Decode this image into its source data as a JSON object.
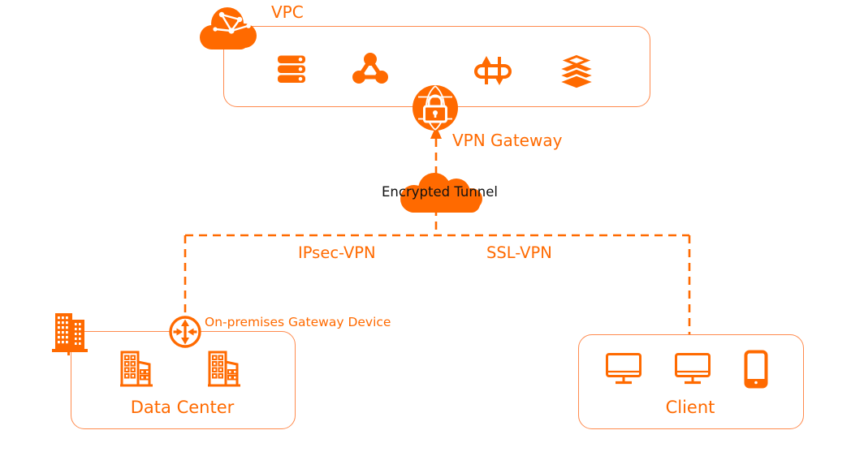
{
  "colors": {
    "accent_orange": "#FF6A00",
    "box_border_orange": "#FF8A4D",
    "tunnel_label_color": "#111111",
    "background": "#FFFFFF"
  },
  "vpc": {
    "label": "VPC",
    "icons": [
      "cloud-network-icon",
      "server-stack-icon",
      "network-nodes-icon",
      "express-connect-icon",
      "layers-stack-icon"
    ]
  },
  "vpn_gateway": {
    "label": "VPN Gateway",
    "icon": "vpn-gateway-globe-lock-icon"
  },
  "tunnel": {
    "label": "Encrypted Tunnel",
    "icon": "cloud-tunnel-shape"
  },
  "links": {
    "ipsec_label": "IPsec-VPN",
    "ssl_label": "SSL-VPN"
  },
  "data_center": {
    "label": "Data Center",
    "gateway_label": "On-premises Gateway Device",
    "icons": [
      "building-solid-icon",
      "router-arrows-icon",
      "office-building-icon",
      "office-building-icon"
    ]
  },
  "client": {
    "label": "Client",
    "icons": [
      "monitor-icon",
      "monitor-icon",
      "smartphone-icon"
    ]
  }
}
